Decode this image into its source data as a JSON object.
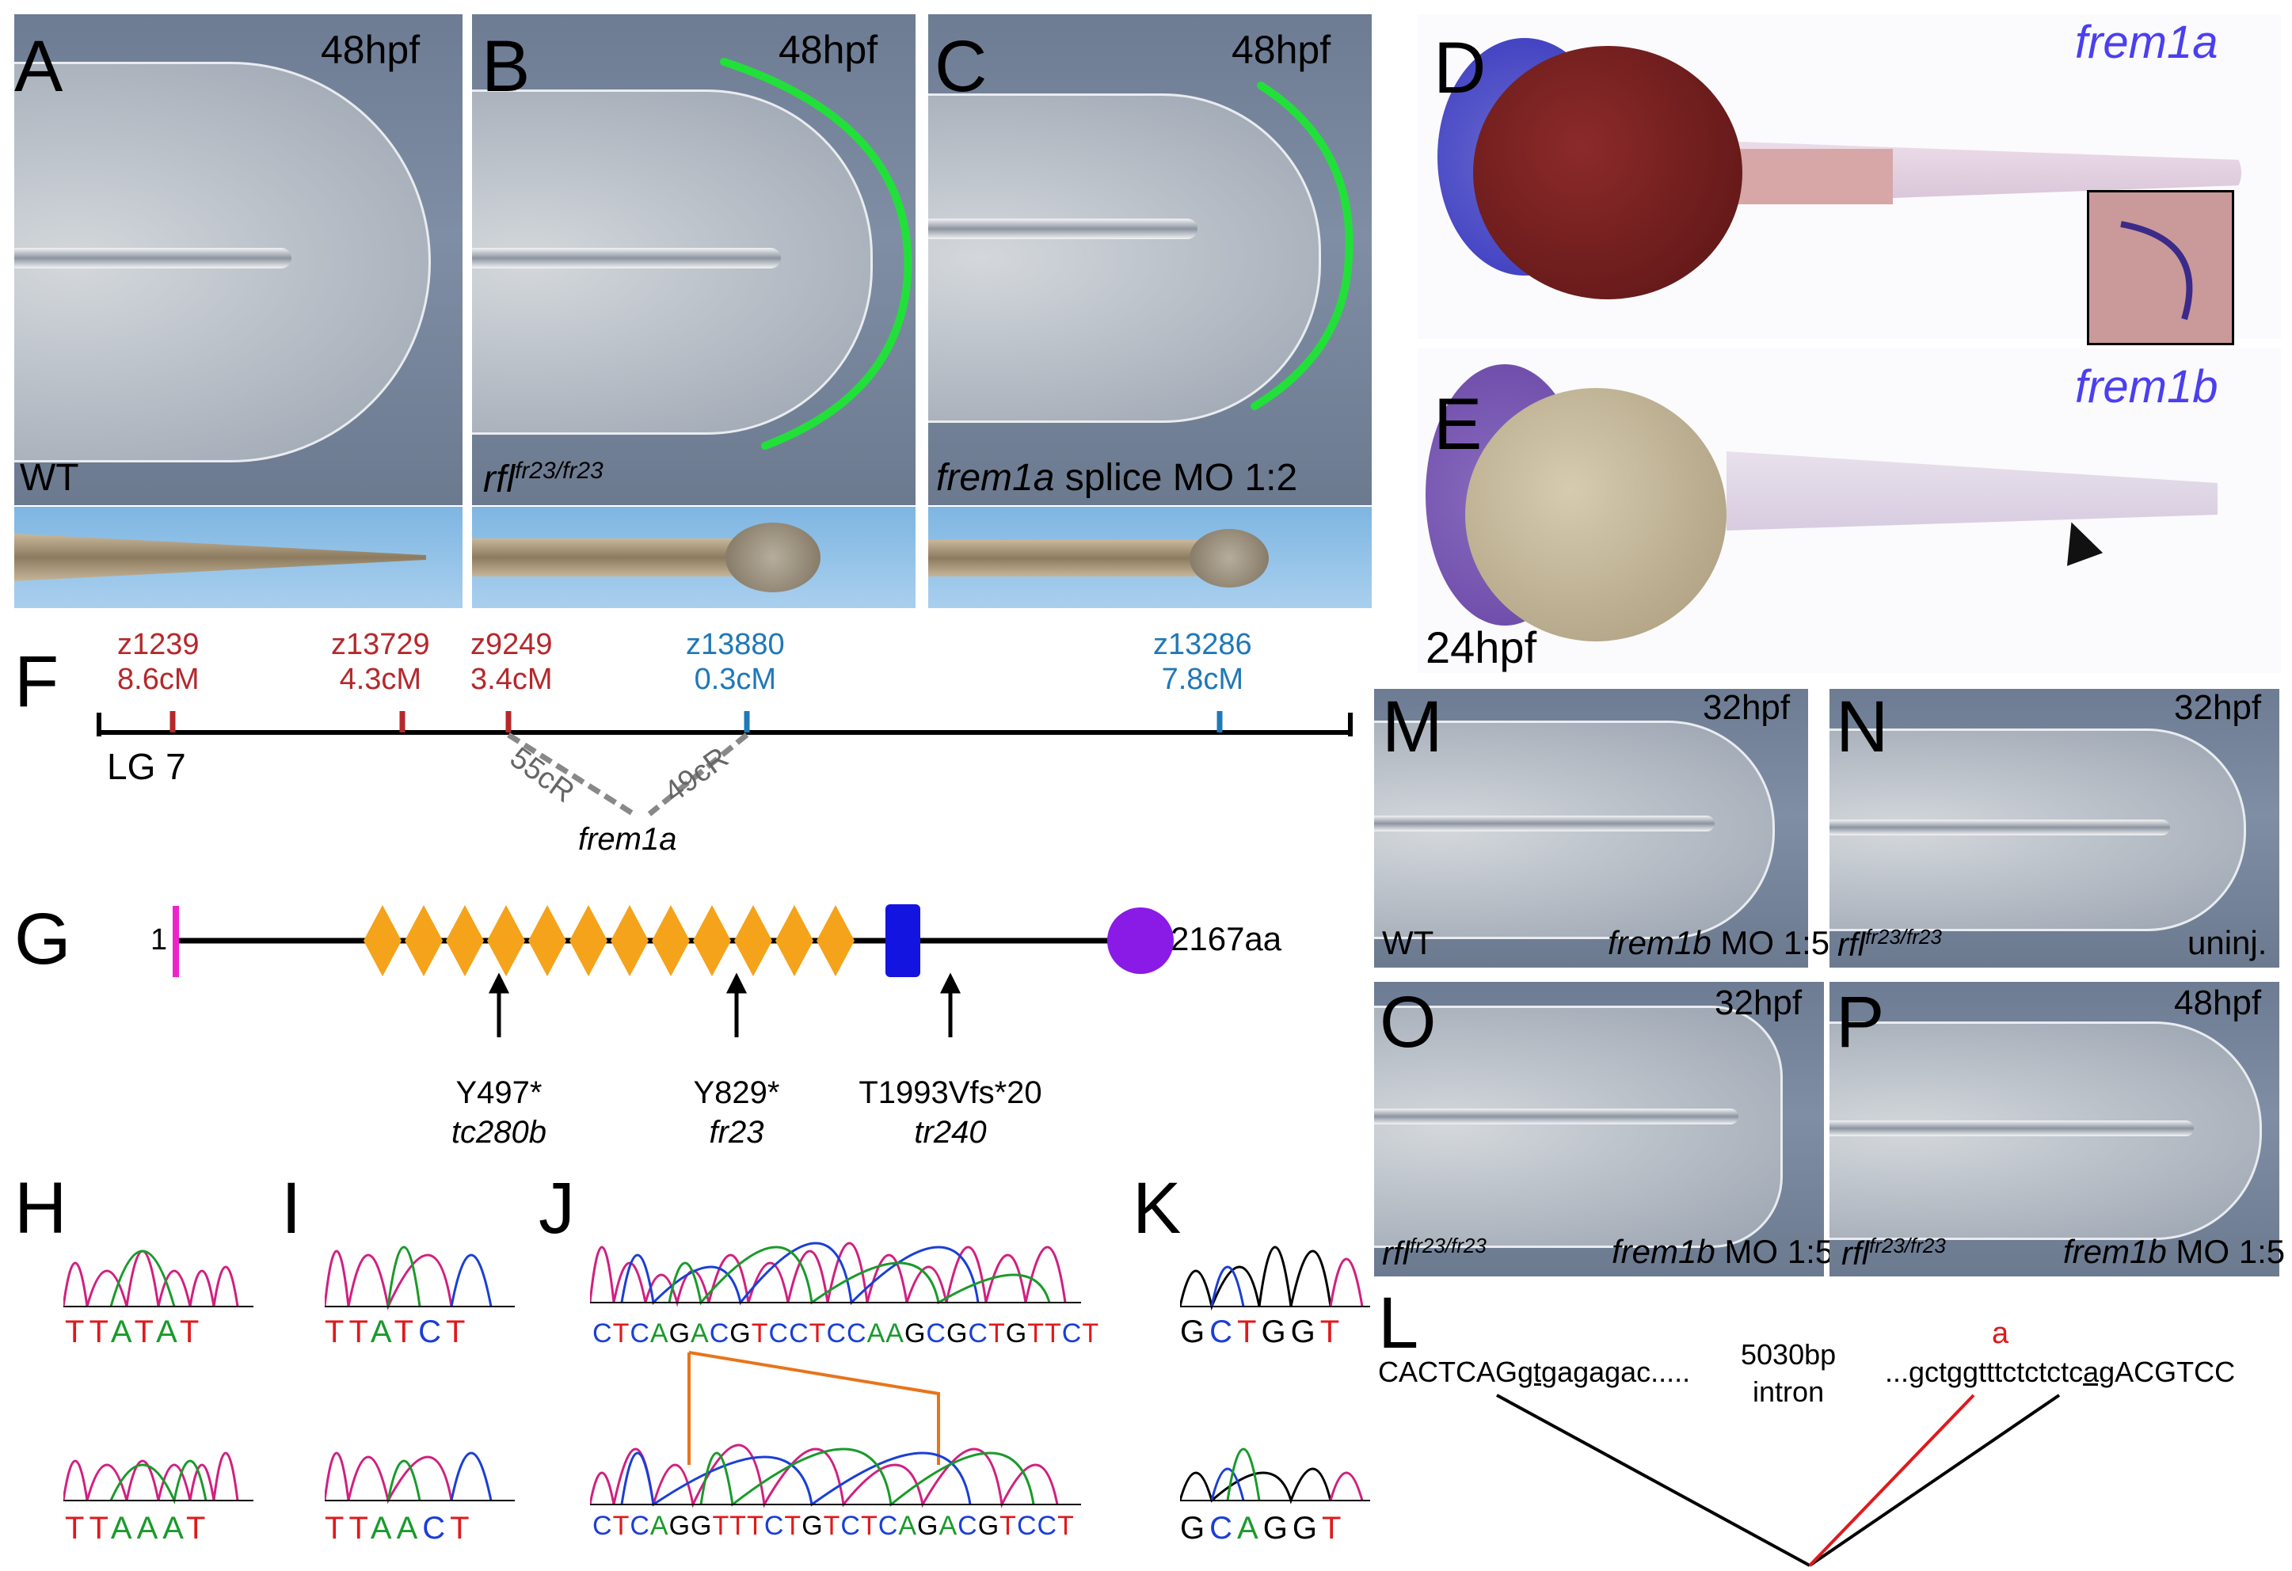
{
  "panels": {
    "A": {
      "letter": "A",
      "stage": "48hpf",
      "caption": "WT"
    },
    "B": {
      "letter": "B",
      "stage": "48hpf",
      "caption_gene": "rfl",
      "caption_sup": "fr23/fr23"
    },
    "C": {
      "letter": "C",
      "stage": "48hpf",
      "caption_gene": "frem1a",
      "caption_rest": " splice MO 1:2"
    },
    "D": {
      "letter": "D",
      "gene": "frem1a"
    },
    "E": {
      "letter": "E",
      "gene": "frem1b",
      "stage": "24hpf"
    },
    "F": {
      "letter": "F",
      "lg": "LG 7",
      "frem": "frem1a",
      "cr_left": "55cR",
      "cr_right": "49cR"
    },
    "G": {
      "letter": "G",
      "start": "1",
      "end": "2167aa"
    },
    "H": {
      "letter": "H"
    },
    "I": {
      "letter": "I"
    },
    "J": {
      "letter": "J"
    },
    "K": {
      "letter": "K"
    },
    "L": {
      "letter": "L",
      "left_exon": "CACTCAG",
      "left_intron_ul": "gt",
      "left_intron": "gagagac.....",
      "middle1": "5030bp",
      "middle2": "intron",
      "right_intron_a": "...gctgg",
      "right_intron_b": "tttctctctc",
      "right_intron_ul": "ag",
      "right_exon": "ACGTCC",
      "mutation": "a"
    },
    "M": {
      "letter": "M",
      "stage": "32hpf",
      "left": "WT",
      "right_gene": "frem1b",
      "right_rest": " MO 1:5"
    },
    "N": {
      "letter": "N",
      "stage": "32hpf",
      "left_gene": "rfl",
      "left_sup": "fr23/fr23",
      "right": "uninj."
    },
    "O": {
      "letter": "O",
      "stage": "32hpf",
      "left_gene": "rfl",
      "left_sup": "fr23/fr23",
      "right_gene": "frem1b",
      "right_rest": " MO 1:5"
    },
    "P": {
      "letter": "P",
      "stage": "48hpf",
      "left_gene": "rfl",
      "left_sup": "fr23/fr23",
      "right_gene": "frem1b",
      "right_rest": " MO 1:5"
    }
  },
  "markers": [
    {
      "name": "z1239",
      "dist": "8.6cM",
      "color": "#b5282b"
    },
    {
      "name": "z13729",
      "dist": "4.3cM",
      "color": "#b5282b"
    },
    {
      "name": "z9249",
      "dist": "3.4cM",
      "color": "#b5282b"
    },
    {
      "name": "z13880",
      "dist": "0.3cM",
      "color": "#1f78b8"
    },
    {
      "name": "z13286",
      "dist": "7.8cM",
      "color": "#1f78b8"
    }
  ],
  "mutations": [
    {
      "change": "Y497*",
      "allele": "tc280b"
    },
    {
      "change": "Y829*",
      "allele": "fr23"
    },
    {
      "change": "T1993Vfs*20",
      "allele": "tr240"
    }
  ],
  "sequences": {
    "H_top": "TTATAT",
    "H_bottom": "TTAAAT",
    "I_top": "TTATCT",
    "I_bottom": "TTAACT",
    "J_top": "CTCAGACGTCCTCCAAGCGCTGTTCT",
    "J_bottom": "CTCAGGTTTCTGTCTCAGACGTCCT",
    "K_top": "GCTGGT",
    "K_bottom": "GCAGGT"
  },
  "colors": {
    "A": "#1a9a2b",
    "C": "#1a3fd6",
    "G": "#000000",
    "T": "#e0191c",
    "highlight": "#22e03a",
    "domain_diamond": "#f5a31a",
    "domain_box": "#1414e0",
    "domain_circle": "#8a1ae6",
    "signal": "#ee22cc"
  }
}
